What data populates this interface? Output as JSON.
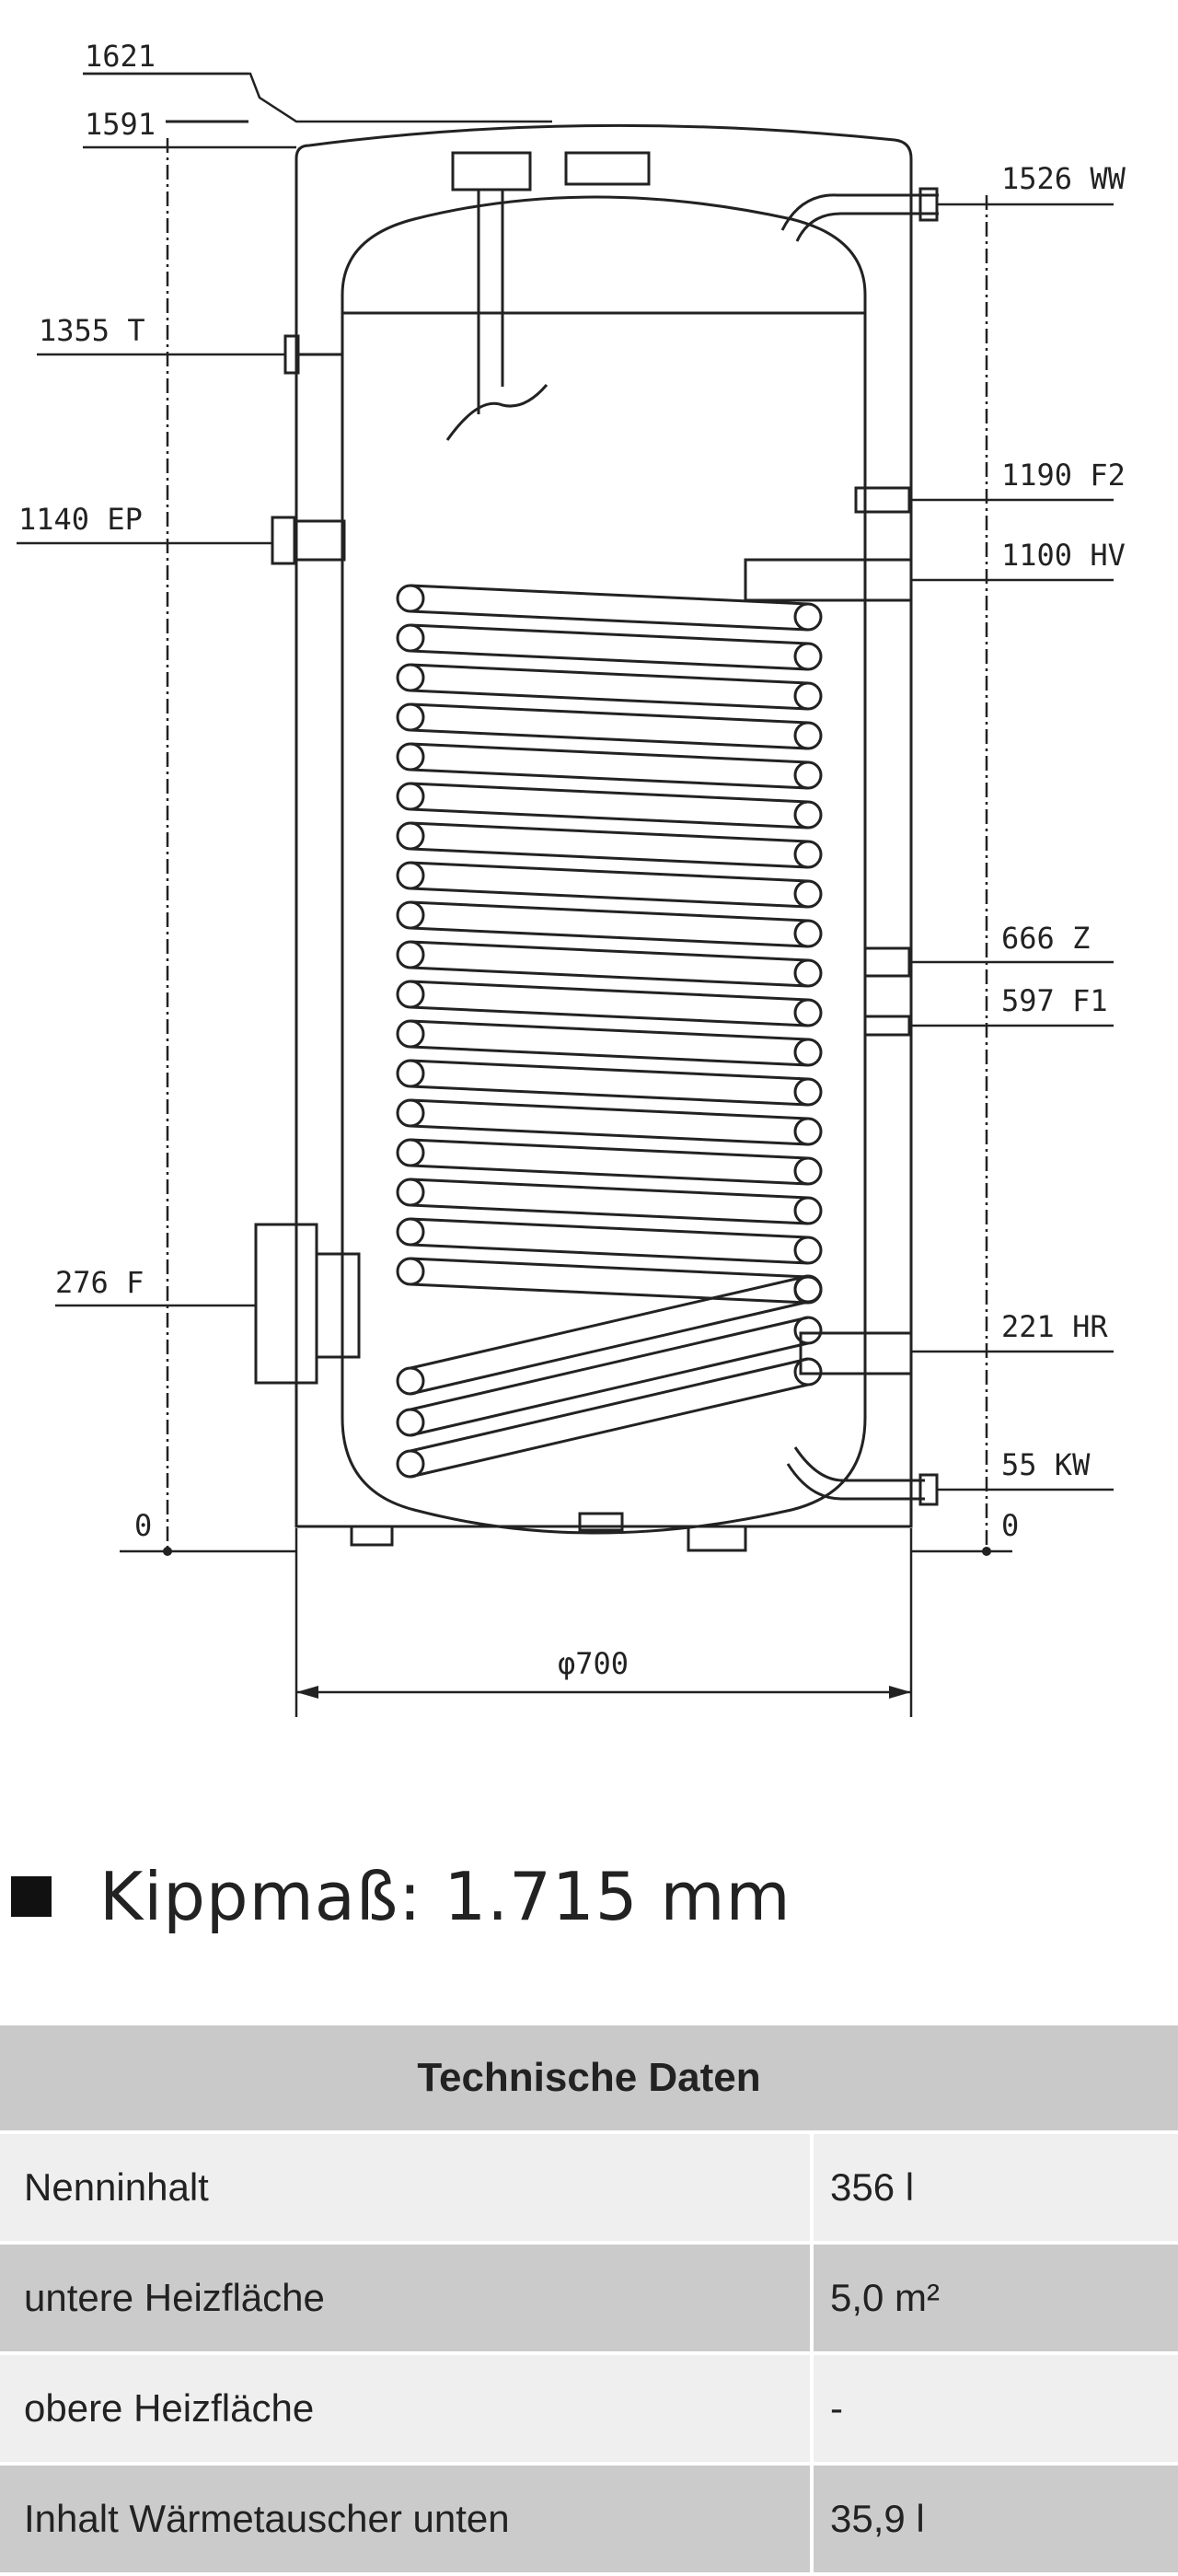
{
  "diagram": {
    "dimensions_left": [
      {
        "id": "h1621",
        "label": "1621"
      },
      {
        "id": "h1591",
        "label": "1591"
      },
      {
        "id": "t",
        "label": "1355 T"
      },
      {
        "id": "ep",
        "label": "1140 EP"
      },
      {
        "id": "f",
        "label": "276 F"
      },
      {
        "id": "zero_left",
        "label": "0"
      }
    ],
    "dimensions_right": [
      {
        "id": "ww",
        "label": "1526 WW"
      },
      {
        "id": "f2",
        "label": "1190 F2"
      },
      {
        "id": "hv",
        "label": "1100 HV"
      },
      {
        "id": "z",
        "label": "666 Z"
      },
      {
        "id": "f1",
        "label": "597 F1"
      },
      {
        "id": "hr",
        "label": "221 HR"
      },
      {
        "id": "kw",
        "label": "55 KW"
      },
      {
        "id": "zero_right",
        "label": "0"
      }
    ],
    "diameter": "φ700"
  },
  "kippmass": {
    "text": "Kippmaß: 1.715 mm"
  },
  "table": {
    "header": "Technische Daten",
    "rows": [
      {
        "label": "Nenninhalt",
        "value": "356 l"
      },
      {
        "label": "untere Heizfläche",
        "value": "5,0 m²"
      },
      {
        "label": "obere Heizfläche",
        "value": "-"
      },
      {
        "label": "Inhalt Wärmetauscher unten",
        "value": "35,9 l"
      }
    ]
  },
  "colors": {
    "row_light": "#efeff0",
    "row_dark": "#cbcbcc",
    "header": "#c9c9ca",
    "line": "#222222"
  }
}
